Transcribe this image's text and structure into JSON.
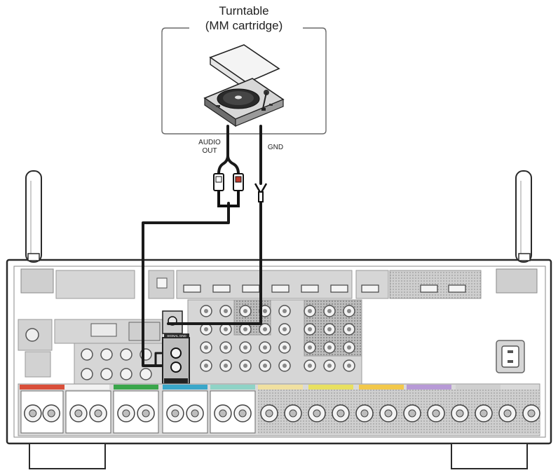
{
  "turntable": {
    "name": "Turntable",
    "cartridge": "(MM cartridge)"
  },
  "outputs": {
    "audio_line1": "AUDIO",
    "audio_line2": "OUT",
    "ground": "GND"
  },
  "receiver_labels": {
    "phono_gnd": "SIGNAL GND"
  },
  "colors": {
    "background": "#ffffff",
    "receiver_panel": "#d9d9d9",
    "receiver_outline": "#333333",
    "cable": "#1a1a1a",
    "highlight_terminal": "#2b2b2b",
    "red_plug": "#c0392b",
    "speaker_tabs": [
      "#d94f3a",
      "#f2f2f2",
      "#3aa64b",
      "#3aa7c9",
      "#8fd3c6",
      "#f0e0a0",
      "#e8e060",
      "#f2c84b",
      "#b79ad6",
      "#cfcfcf"
    ]
  },
  "icons": [
    "turntable-icon",
    "antenna-icon",
    "rca-plug-icon",
    "ground-lug-icon",
    "ac-inlet-icon",
    "speaker-terminal-icon"
  ]
}
